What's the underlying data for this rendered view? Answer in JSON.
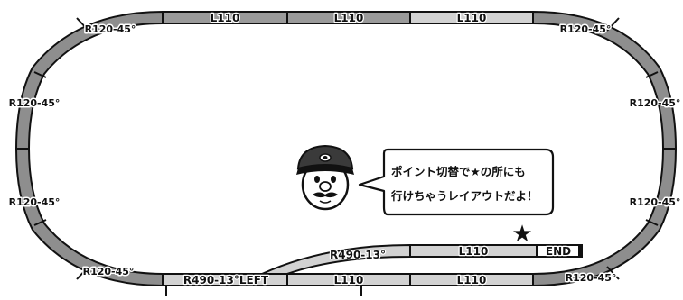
{
  "track_labels": {
    "top_straight_1": "L110",
    "top_straight_2": "L110",
    "top_straight_3": "L110",
    "curve_top_left": "R120-45°",
    "curve_left_upper": "R120-45°",
    "curve_left_lower": "R120-45°",
    "curve_bottom_left": "R120-45°",
    "curve_top_right": "R120-45°",
    "curve_right_upper": "R120-45°",
    "curve_right_lower": "R120-45°",
    "curve_bottom_right": "R120-45°",
    "point_left": "R490-13°LEFT",
    "bottom_straight_1": "L110",
    "bottom_straight_2": "L110",
    "siding_curve": "R490-13°",
    "siding_straight": "L110",
    "siding_end": "END"
  },
  "speech_bubble": {
    "line1": "ポイント切替で★の所にも",
    "line2": "行けちゃうレイアウトだよ！"
  },
  "star_symbol": "★",
  "colors": {
    "track_dark": "#8e8e8e",
    "track_light": "#d2d2d2",
    "outline": "#111111"
  }
}
